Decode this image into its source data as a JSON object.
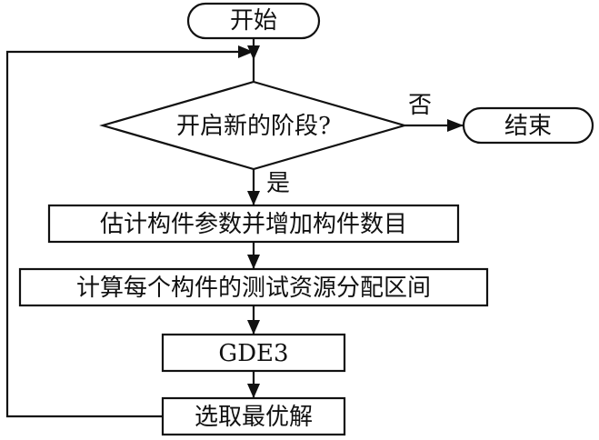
{
  "flowchart": {
    "start": "开始",
    "decision": "开启新的阶段?",
    "branch_no": "否",
    "branch_yes": "是",
    "end": "结束",
    "step1": "估计构件参数并增加构件数目",
    "step2": "计算每个构件的测试资源分配区间",
    "step3": "GDE3",
    "step4": "选取最优解"
  },
  "colors": {
    "line": "#111111",
    "fill": "#ffffff"
  }
}
